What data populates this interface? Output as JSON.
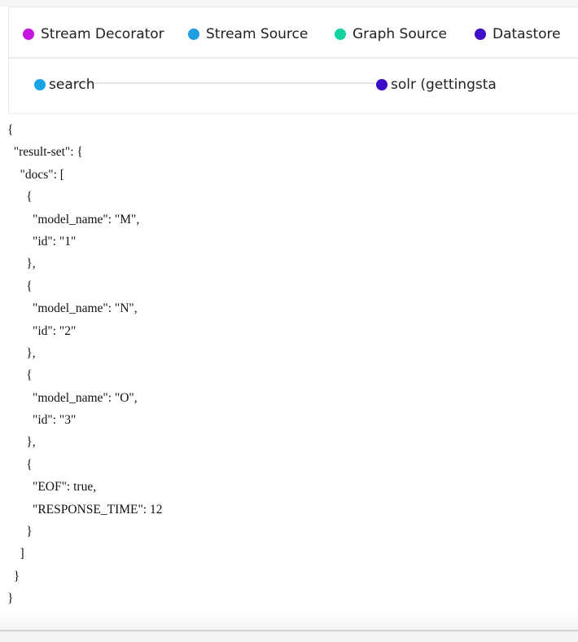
{
  "legend": {
    "items": [
      {
        "label": "Stream Decorator",
        "color": "#c614e0"
      },
      {
        "label": "Stream Source",
        "color": "#1d9ee0"
      },
      {
        "label": "Graph Source",
        "color": "#15d4a0"
      },
      {
        "label": "Datastore",
        "color": "#3f0ec9"
      }
    ]
  },
  "graph": {
    "nodes": [
      {
        "label": "search",
        "color": "#1aa3e8"
      },
      {
        "label": "solr (gettingsta",
        "color": "#3a0bc8"
      }
    ]
  },
  "response": {
    "lines": [
      "{",
      "  \"result-set\": {",
      "    \"docs\": [",
      "      {",
      "        \"model_name\": \"M\",",
      "        \"id\": \"1\"",
      "      },",
      "      {",
      "        \"model_name\": \"N\",",
      "        \"id\": \"2\"",
      "      },",
      "      {",
      "        \"model_name\": \"O\",",
      "        \"id\": \"3\"",
      "      },",
      "      {",
      "        \"EOF\": true,",
      "        \"RESPONSE_TIME\": 12",
      "      }",
      "    ]",
      "  }",
      "}"
    ]
  }
}
